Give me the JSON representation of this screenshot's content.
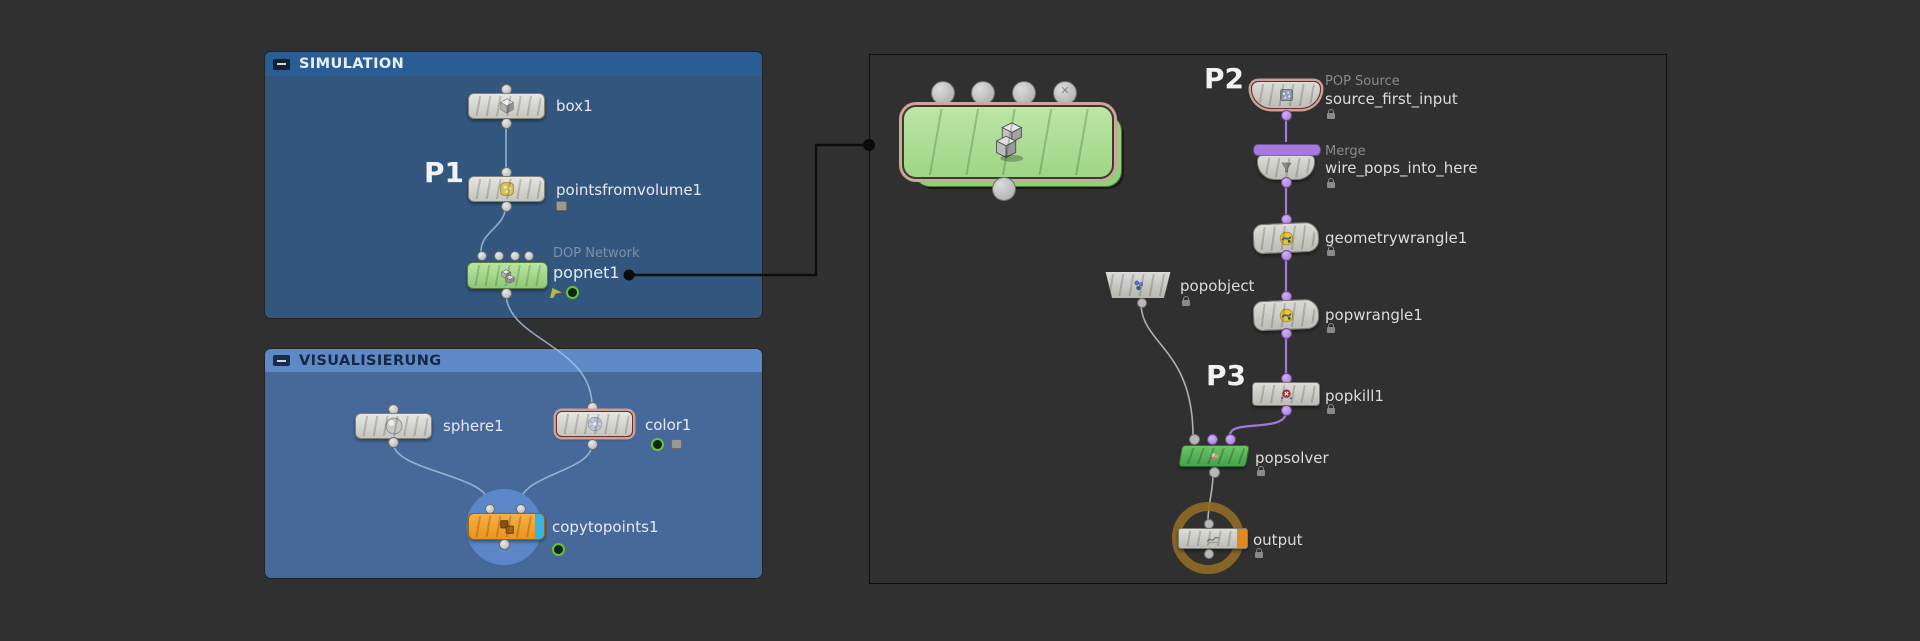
{
  "app": {
    "name": "houdini-network-editor"
  },
  "colors": {
    "background": "#303030",
    "simulation_header": "#2a5d94",
    "simulation_body": "#32567e",
    "visualisierung_header": "#5d8ac6",
    "visualisierung_body": "#47699a",
    "sop_wire": "#a8c4e0",
    "dop_wire_purple": "#9f7bd9",
    "dop_wire_gray": "#b0b0b0",
    "selection_outline": "#c99f97",
    "dopnet_green": "#a5db8e",
    "popsolver_green": "#52ac52",
    "copy_orange": "#f0a030",
    "display_blue": "#5b86c8",
    "output_ring_brown": "#916c26",
    "annotation_text": "#f2f2f2"
  },
  "boxes": {
    "simulation": {
      "title": "SIMULATION"
    },
    "visualisierung": {
      "title": "VISUALISIERUNG"
    }
  },
  "annotations": {
    "p1": "P1",
    "p2": "P2",
    "p3": "P3"
  },
  "nodes": {
    "box1": {
      "label": "box1"
    },
    "pointsfromvolume1": {
      "label": "pointsfromvolume1"
    },
    "popnet1": {
      "label": "popnet1",
      "type_label": "DOP Network"
    },
    "sphere1": {
      "label": "sphere1"
    },
    "color1": {
      "label": "color1"
    },
    "copytopoints1": {
      "label": "copytopoints1"
    },
    "source_first_input": {
      "label": "source_first_input",
      "type_label": "POP Source"
    },
    "wire_pops_into_here": {
      "label": "wire_pops_into_here",
      "type_label": "Merge"
    },
    "geometrywrangle1": {
      "label": "geometrywrangle1"
    },
    "popobject": {
      "label": "popobject"
    },
    "popwrangle1": {
      "label": "popwrangle1"
    },
    "popkill1": {
      "label": "popkill1"
    },
    "popsolver": {
      "label": "popsolver"
    },
    "output": {
      "label": "output"
    }
  }
}
